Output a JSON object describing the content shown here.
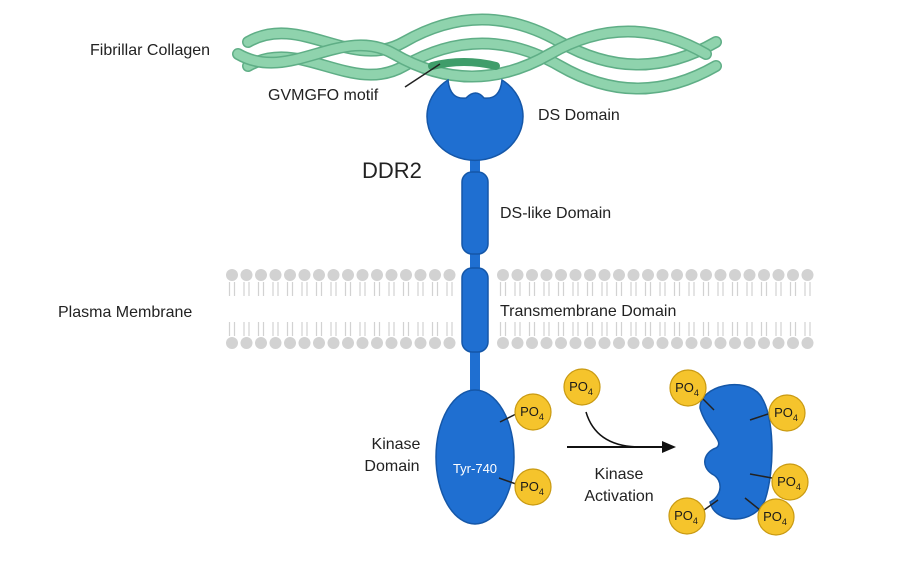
{
  "labels": {
    "collagen": "Fibrillar Collagen",
    "motif": "GVMGFO motif",
    "ds_domain": "DS Domain",
    "ddr2": "DDR2",
    "ds_like": "DS-like Domain",
    "membrane": "Plasma Membrane",
    "transmembrane": "Transmembrane Domain",
    "kinase_line1": "Kinase",
    "kinase_line2": "Domain",
    "tyr": "Tyr-740",
    "activation_line1": "Kinase",
    "activation_line2": "Activation"
  },
  "phosphate": {
    "main": "PO",
    "sub": "4"
  },
  "colors": {
    "receptor": "#1f6fd1",
    "receptor_stroke": "#1557a8",
    "collagen": "#8fd3ad",
    "collagen_stroke": "#5fae86",
    "motif": "#3f9d6a",
    "phosphate": "#f5c42c",
    "phosphate_stroke": "#c99a12",
    "lipid": "#d2d2d2"
  }
}
